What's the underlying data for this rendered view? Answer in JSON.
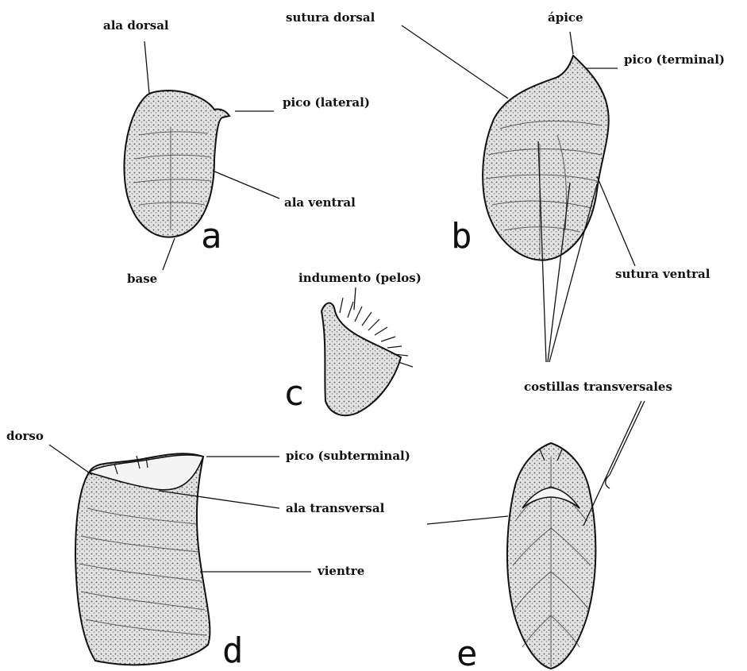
{
  "figure": {
    "labels": {
      "ala_dorsal": "ala dorsal",
      "pico_lateral": "pico (lateral)",
      "ala_ventral": "ala ventral",
      "base": "base",
      "sutura_dorsal": "sutura dorsal",
      "apice": "ápice",
      "pico_terminal": "pico (terminal)",
      "sutura_ventral": "sutura ventral",
      "indumento": "indumento (pelos)",
      "costillas": "costillas transversales",
      "dorso": "dorso",
      "pico_subterminal": "pico (subterminal)",
      "ala_transversal": "ala transversal",
      "vientre": "vientre"
    },
    "panels": {
      "a": "a",
      "b": "b",
      "c": "c",
      "d": "d",
      "e": "e"
    }
  }
}
